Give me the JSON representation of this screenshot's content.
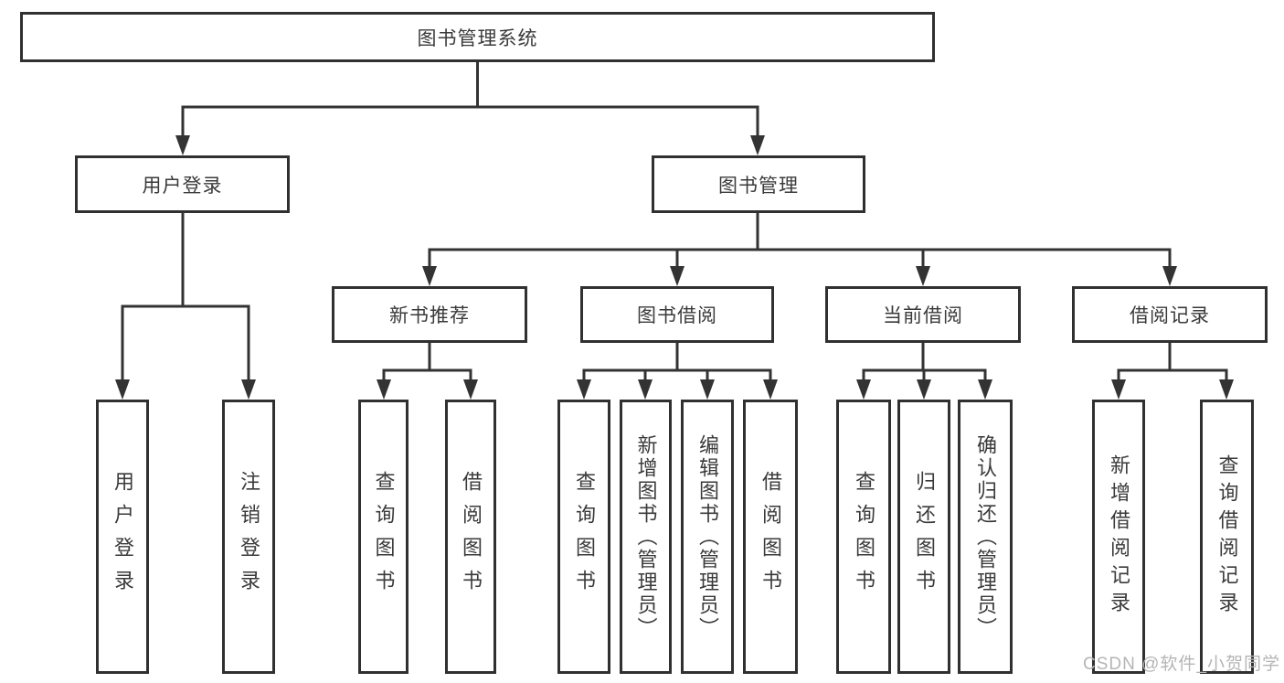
{
  "diagram": {
    "type": "tree-structure-chart",
    "colors": {
      "line": "#333333",
      "box_border": "#303030",
      "box_fill": "#ffffff",
      "text": "#3a3a3a",
      "watermark": "#b5b5b5"
    },
    "tree": {
      "label": "图书管理系统",
      "children": [
        {
          "label": "用户登录",
          "children": [
            {
              "label": "用户登录"
            },
            {
              "label": "注销登录"
            }
          ]
        },
        {
          "label": "图书管理",
          "children": [
            {
              "label": "新书推荐",
              "children": [
                {
                  "label": "查询图书"
                },
                {
                  "label": "借阅图书"
                }
              ]
            },
            {
              "label": "图书借阅",
              "children": [
                {
                  "label": "查询图书"
                },
                {
                  "label": "新增图书（管理员）"
                },
                {
                  "label": "编辑图书（管理员）"
                },
                {
                  "label": "借阅图书"
                }
              ]
            },
            {
              "label": "当前借阅",
              "children": [
                {
                  "label": "查询图书"
                },
                {
                  "label": "归还图书"
                },
                {
                  "label": "确认归还（管理员）"
                }
              ]
            },
            {
              "label": "借阅记录",
              "children": [
                {
                  "label": "新增借阅记录"
                },
                {
                  "label": "查询借阅记录"
                }
              ]
            }
          ]
        }
      ]
    },
    "watermark": "CSDN @软件_小贺同学"
  }
}
